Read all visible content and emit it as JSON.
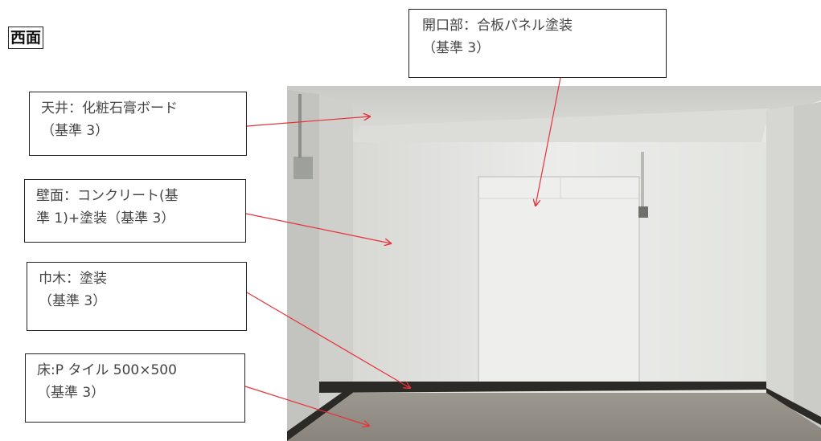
{
  "page": {
    "title": "西面"
  },
  "notes": {
    "opening": {
      "line1": "開口部：合板パネル塗装",
      "line2": "（基準 3）"
    },
    "ceiling": {
      "line1": "天井：化粧石膏ボード",
      "line2": "（基準 3）"
    },
    "wall": {
      "line1": "壁面：コンクリート(基",
      "line2": "準 1)+塗装（基準 3）"
    },
    "skirting": {
      "line1": "巾木：塗装",
      "line2": "（基準 3）"
    },
    "floor": {
      "line1": "床:P タイル 500×500",
      "line2": "（基準 3）"
    }
  },
  "colors": {
    "leader_line": "#e8323a",
    "box_border": "#222222",
    "text": "#444444"
  }
}
